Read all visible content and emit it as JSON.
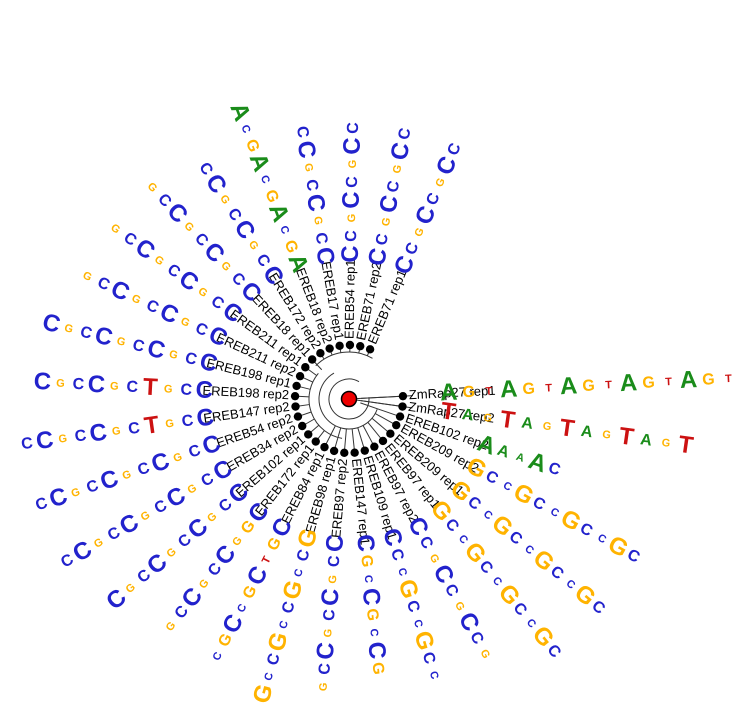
{
  "colors": {
    "A": "#1a8c1a",
    "C": "#2222cc",
    "G": "#ffb300",
    "T": "#cc1111",
    "node": "#000000",
    "root": "#ee0000",
    "line": "#333333"
  },
  "tree": {
    "leaves": [
      {
        "name": "ZmRap27 rep1",
        "motif": "AGTAGTAGTAGTAGT",
        "angle": -3
      },
      {
        "name": "ZmRap27 rep2",
        "motif": "TAGTAGTAGTAGT",
        "angle": 8
      },
      {
        "name": "EREB102 rep2",
        "motif": "AAAAC",
        "angle": 19
      },
      {
        "name": "EREB209 rep2",
        "motif": "GCCGCCGCCGC",
        "angle": 29
      },
      {
        "name": "EREB209 rep1",
        "motif": "GCCGCCGCCGC",
        "angle": 40
      },
      {
        "name": "EREB97 rep1",
        "motif": "GCCGCCGCCGC",
        "angle": 51
      },
      {
        "name": "EREB97 rep2",
        "motif": "CCGCCGCCG",
        "angle": 62
      },
      {
        "name": "EREB109 rep1",
        "motif": "CCCGCCGCC",
        "angle": 73
      },
      {
        "name": "EREB147 rep1",
        "motif": "CGCCGCCG",
        "angle": 84
      },
      {
        "name": "EREB97 rep2",
        "motif": "CCGCCGCCG",
        "angle": 95
      },
      {
        "name": "EREB98 rep1",
        "motif": "GCCGCCGCCG",
        "angle": 106
      },
      {
        "name": "EREB84 rep1",
        "motif": "CGTCGCCGC",
        "angle": 117
      },
      {
        "name": "EREB172 rep1",
        "motif": "CGGCCGCCG",
        "angle": 128
      },
      {
        "name": "EREB102 rep1",
        "motif": "CCGCCGCCGC",
        "angle": 139
      },
      {
        "name": "EREB34 rep2",
        "motif": "CCGCCGCCGCC",
        "angle": 150
      },
      {
        "name": "EREB54 rep2",
        "motif": "CCGCCGCCGCC",
        "angle": 161
      },
      {
        "name": "EREB147 rep2",
        "motif": "CCGTCGCCGCC",
        "angle": 172
      },
      {
        "name": "EREB198 rep2",
        "motif": "CCGTCGCCGC",
        "angle": 183
      },
      {
        "name": "EREB198 rep1",
        "motif": "CCGCCGCCGC",
        "angle": 194
      },
      {
        "name": "EREB211 rep2",
        "motif": "CCGCCGCCG",
        "angle": 205
      },
      {
        "name": "EREB211 rep1",
        "motif": "CCGCCGCCG",
        "angle": 216
      },
      {
        "name": "EREB18 rep1",
        "motif": "CCGCCGCCG",
        "angle": 227
      },
      {
        "name": "EREB172 rep2",
        "motif": "CCGCCGCC",
        "angle": 238
      },
      {
        "name": "EREB18 rep2",
        "motif": "AGCAGCAGCA",
        "angle": 249
      },
      {
        "name": "EREB17 rep1",
        "motif": "CCGCCGCC",
        "angle": 260
      },
      {
        "name": "EREB54 rep1",
        "motif": "CCGCCGCC",
        "angle": 271
      },
      {
        "name": "EREB71 rep2",
        "motif": "CCGCCGCC",
        "angle": 282
      },
      {
        "name": "EREB71 rep1",
        "motif": "CCGCCGCC",
        "angle": 293
      }
    ]
  }
}
